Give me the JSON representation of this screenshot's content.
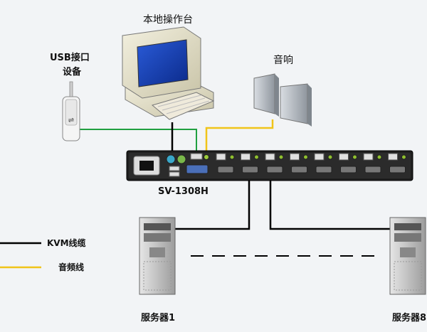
{
  "labels": {
    "local_console": "本地操作台",
    "usb_device_line1": "USB接口",
    "usb_device_line2": "设备",
    "speaker": "音响",
    "model": "SV-1308H",
    "server_first": "服务器1",
    "server_last": "服务器8"
  },
  "legend": [
    {
      "label": "KVM线缆",
      "color": "#000000"
    },
    {
      "label": "音频线",
      "color": "#f0c419"
    }
  ],
  "colors": {
    "kvm_cable": "#000000",
    "audio_cable": "#f0c419",
    "usb_cable": "#20a040",
    "background": "#f2f4f6"
  },
  "device": {
    "port_groups": 8
  }
}
